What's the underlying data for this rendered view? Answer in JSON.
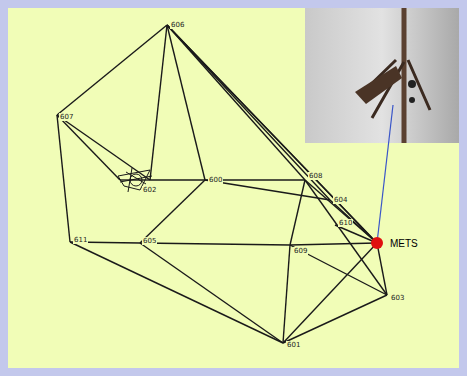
{
  "diagram": {
    "labels": [
      "606",
      "607",
      "602",
      "600",
      "608",
      "604",
      "610",
      "609",
      "611",
      "605",
      "603",
      "601",
      "METS"
    ]
  }
}
